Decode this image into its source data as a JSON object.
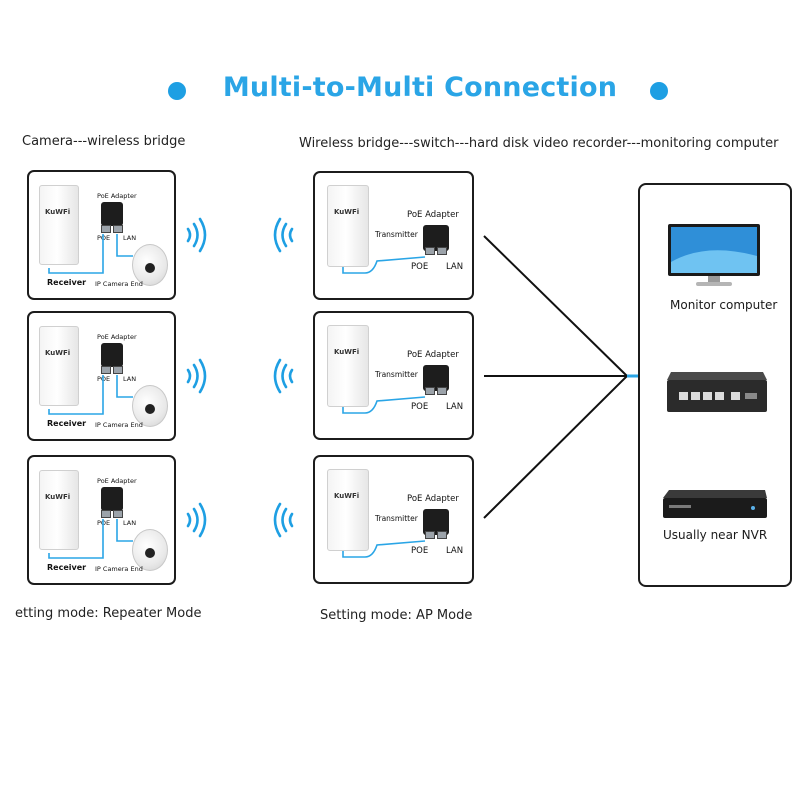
{
  "title": "Multi-to-Multi Connection",
  "captions": {
    "left_header": "Camera---wireless bridge",
    "right_header": "Wireless bridge---switch---hard disk video recorder---monitoring computer",
    "left_footer": "etting mode: Repeater Mode",
    "right_footer": "Setting mode: AP Mode"
  },
  "camera_units": [
    {
      "brand": "KuWFi",
      "adapter": "PoE Adapter",
      "poe": "POE",
      "lan": "LAN",
      "receiver": "Receiver",
      "camera_end": "IP Camera End"
    },
    {
      "brand": "KuWFi",
      "adapter": "PoE Adapter",
      "poe": "POE",
      "lan": "LAN",
      "receiver": "Receiver",
      "camera_end": "IP Camera End"
    },
    {
      "brand": "KuWFi",
      "adapter": "PoE Adapter",
      "poe": "POE",
      "lan": "LAN",
      "receiver": "Receiver",
      "camera_end": "IP Camera End"
    }
  ],
  "bridge_units": [
    {
      "brand": "KuWFi",
      "adapter": "PoE Adapter",
      "transmitter": "Transmitter",
      "poe": "POE",
      "lan": "LAN"
    },
    {
      "brand": "KuWFi",
      "adapter": "PoE Adapter",
      "transmitter": "Transmitter",
      "poe": "POE",
      "lan": "LAN"
    },
    {
      "brand": "KuWFi",
      "adapter": "PoE Adapter",
      "transmitter": "Transmitter",
      "poe": "POE",
      "lan": "LAN"
    }
  ],
  "network": {
    "monitor_label": "Monitor computer",
    "nvr_label": "Usually near NVR"
  },
  "colors": {
    "accent": "#1e9fe3",
    "title": "#2aa5e6",
    "cable": "#2aa5e6",
    "border": "#1c1c1c"
  },
  "icons": [
    "wifi-signal-icon",
    "monitor-icon",
    "switch-icon",
    "nvr-icon",
    "ip-camera-icon",
    "poe-adapter-icon",
    "wireless-bridge-icon"
  ]
}
